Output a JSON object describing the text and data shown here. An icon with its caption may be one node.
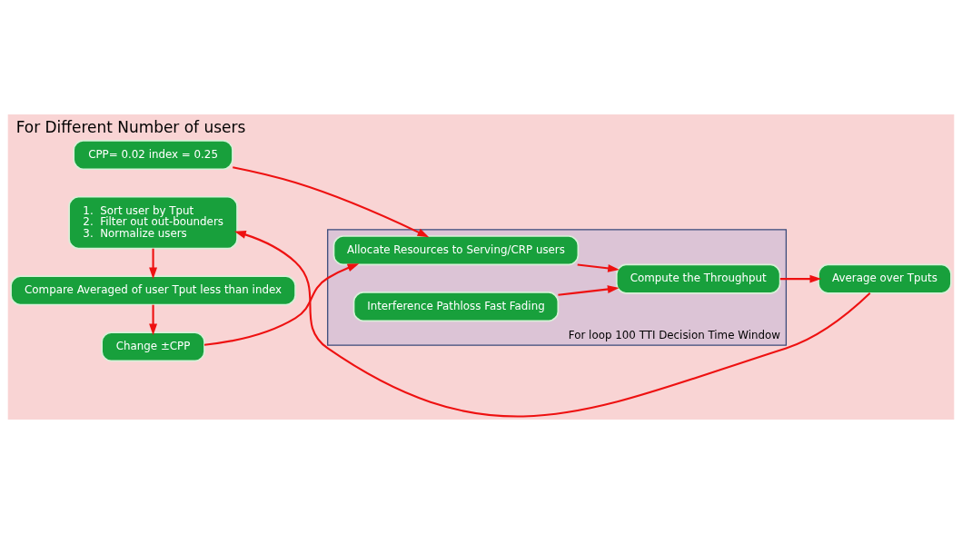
{
  "diagram": {
    "title": "For Different Number of users",
    "nodes": [
      {
        "text": [
          "CPP= 0.02 index = 0.25"
        ]
      },
      {
        "text": [
          "For loop 100 TTI Decision Time Window"
        ]
      },
      {
        "text": [
          "Change ±CPP"
        ]
      },
      {
        "text": [
          "Allocate Resources to Serving/CRP users"
        ],
        "in": 1
      },
      {
        "text": [
          "Interference Pathloss Fast Fading"
        ],
        "in": 1
      },
      {
        "text": [
          "Compute the Throughput"
        ],
        "in": 1
      },
      {
        "text": [
          "Compare Averaged of user Tput less than index"
        ]
      },
      {
        "text": [
          "1.  Sort user by Tput",
          "2.  Filter out out-bounders",
          "3.  Normalize users"
        ]
      },
      {
        "text": [
          "Average over Tputs"
        ]
      }
    ],
    "edges": [
      {
        "from": 0,
        "to": 3,
        "arrow": "to"
      },
      {
        "from": 2,
        "to": 3,
        "arrow": "to"
      },
      {
        "from": 3,
        "to": 5,
        "arrow": "to"
      },
      {
        "from": 4,
        "to": 5,
        "arrow": "to"
      },
      {
        "from": 5,
        "to": 8,
        "arrow": "to"
      },
      {
        "from": 8,
        "to": 7,
        "arrow": "to"
      },
      {
        "from": 7,
        "to": 6,
        "arrow": "to"
      },
      {
        "from": 6,
        "to": 2,
        "arrow": "to"
      }
    ]
  }
}
